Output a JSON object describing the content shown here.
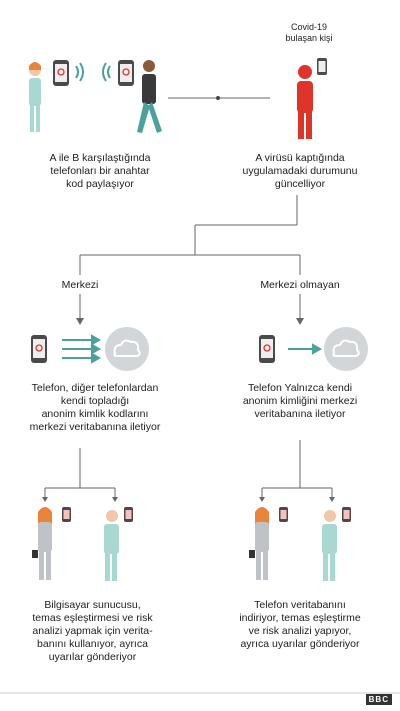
{
  "covid_label": "Covid-19\nbulaşan kişi",
  "step1_left": "A ile B karşılaştığında\ntelefonları bir anahtar\nkod paylaşıyor",
  "step1_right": "A virüsü kaptığında\nuygulamadaki durumunu\ngüncelliyor",
  "branch_left": "Merkezi",
  "branch_right": "Merkezi olmayan",
  "left_desc": "Telefon, diğer telefonlardan\nkendi topladığı\nanonim kimlik kodlarını\nmerkezi veritabanına iletiyor",
  "right_desc": "Telefon Yalnızca kendi\nanonim kimliğini merkezi\nveritabanına iletiyor",
  "left_bottom": "Bilgisayar sunucusu,\ntemas eşleştirmesi ve risk\nanalizi yapmak için verita-\nbanını kullanıyor, ayrıca\nuyarılar gönderiyor",
  "right_bottom": "Telefon veritabanını\nindiriyor, temas eşleştirme\nve risk analizi yapıyor,\nayrıca uyarılar gönderiyor",
  "logo": "BBC",
  "colors": {
    "skin": "#f1c7a5",
    "hair_orange": "#e9843a",
    "teal": "#7cc9c2",
    "red": "#e0342b",
    "grey_person": "#bfc3c7",
    "phone": "#4a4a4a",
    "cloud": "#cfd3d6",
    "arrow": "#4aa29b"
  }
}
